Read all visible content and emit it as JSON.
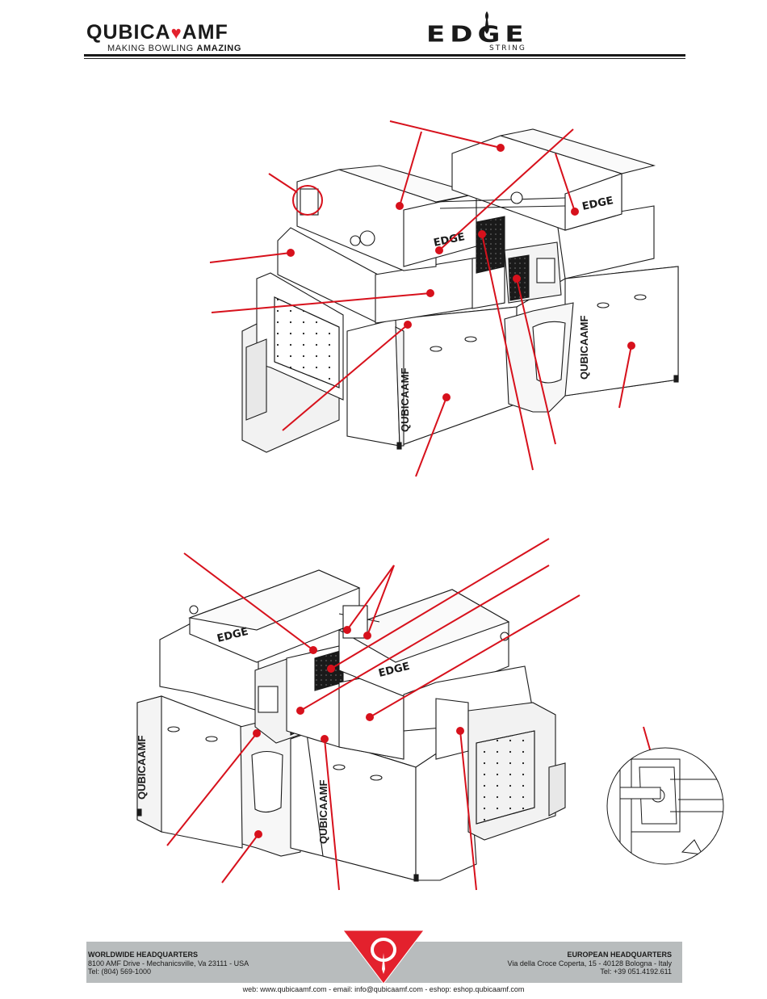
{
  "header": {
    "brand_left": "QUBICA",
    "brand_heart": "♥",
    "brand_right": "AMF",
    "tagline_prefix": "MAKING BOWLING ",
    "tagline_bold": "AMAZING",
    "product_logo": "EDGE",
    "product_sub": "STRING"
  },
  "machine_branding": {
    "side_label": "QUBICAAMF",
    "hood_label": "EDGE"
  },
  "footer": {
    "left_title": "WORLDWIDE HEADQUARTERS",
    "left_line1": "8100 AMF Drive - Mechanicsville, Va 23111 - USA",
    "left_line2": "Tel: (804) 569-1000",
    "right_title": "EUROPEAN HEADQUARTERS",
    "right_line1": "Via della Croce Coperta, 15 - 40128 Bologna - Italy",
    "right_line2": "Tel: +39 051.4192.611",
    "web_line": "web: www.qubicaamf.com - email: info@qubicaamf.com - eshop: eshop.qubicaamf.com"
  },
  "colors": {
    "callout_red": "#d7111c",
    "brand_red": "#e3212d",
    "line_dark": "#1a1a1a",
    "footer_gray": "#b8bcbd"
  },
  "icons": {
    "header_badge": "qubicaamf-q-icon",
    "footer_badge": "qubicaamf-shield-icon"
  }
}
